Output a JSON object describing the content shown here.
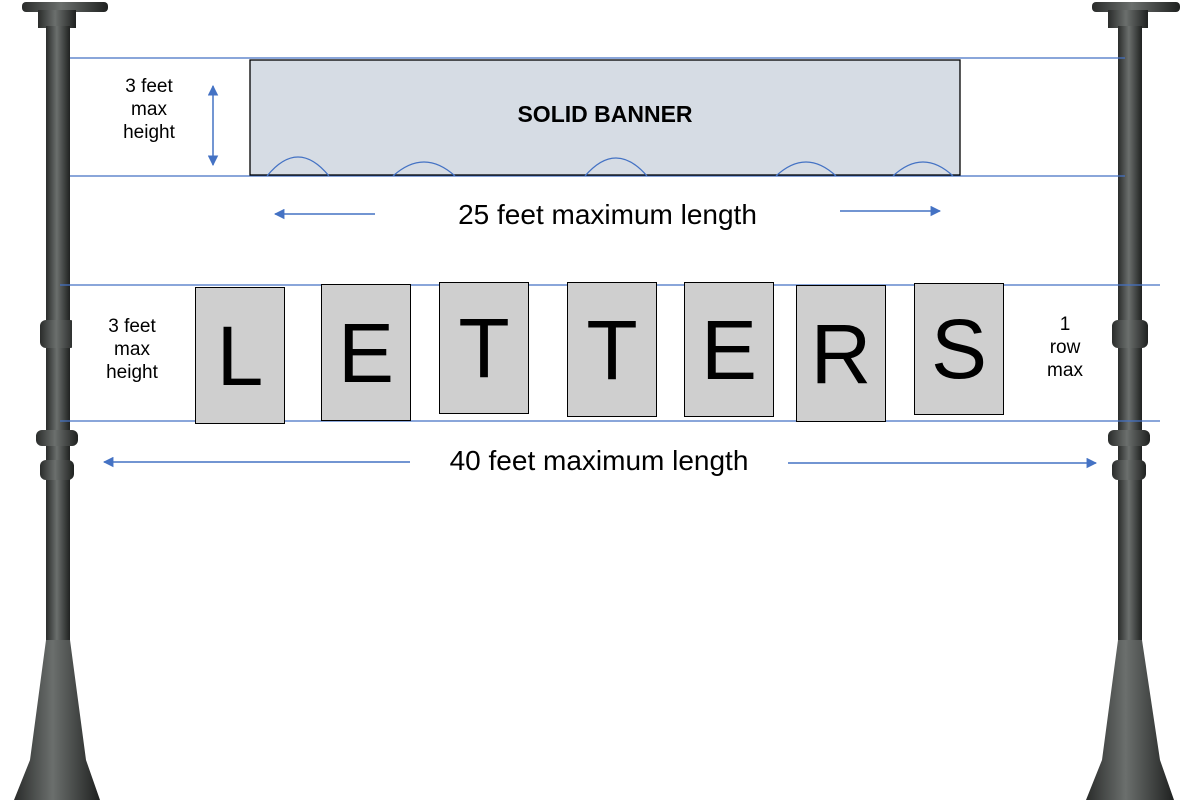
{
  "colors": {
    "line": "#4472c4",
    "banner_fill": "#d6dce4",
    "tile_fill": "#cfcfcf",
    "post": "#3a3d3c"
  },
  "banner": {
    "label": "SOLID BANNER",
    "height_label": "3 feet\nmax\nheight",
    "length_label": "25 feet maximum length"
  },
  "letters": {
    "tiles": [
      "L",
      "E",
      "T",
      "T",
      "E",
      "R",
      "S"
    ],
    "height_label": "3 feet\nmax\nheight",
    "row_label": "1\nrow\nmax",
    "length_label": "40 feet maximum length"
  }
}
